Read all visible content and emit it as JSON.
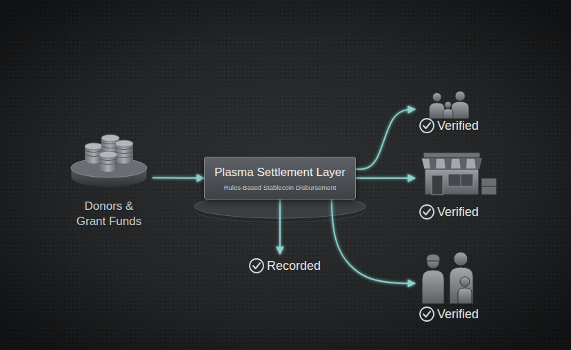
{
  "diagram": {
    "nodes": [
      {
        "text": [
          "Donors & Grant Funds"
        ]
      },
      {
        "text": [
          "Plasma Settlement Layer",
          "Rules-Based Stablecoin Disbursement"
        ]
      },
      {
        "text": [
          "Verified"
        ]
      },
      {
        "text": [
          "Verified"
        ]
      },
      {
        "text": [
          "Recorded"
        ]
      },
      {
        "text": [
          "Verified"
        ]
      }
    ],
    "edges": [
      {
        "from": 0,
        "to": 1,
        "arrow": "to"
      },
      {
        "from": 1,
        "to": 2,
        "arrow": "to"
      },
      {
        "from": 1,
        "to": 3,
        "arrow": "to"
      },
      {
        "from": 1,
        "to": 4,
        "arrow": "to"
      },
      {
        "from": 1,
        "to": 5,
        "arrow": "to"
      }
    ]
  }
}
